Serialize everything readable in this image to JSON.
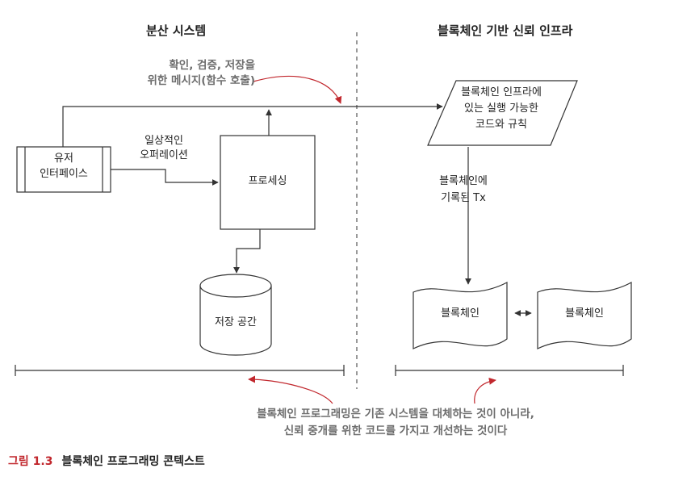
{
  "left_title": "분산 시스템",
  "right_title": "블록체인 기반 신뢰 인프라",
  "message_note": [
    "확인, 검증, 저장을",
    "위한 메시지(함수 호출)"
  ],
  "user_interface": [
    "유저",
    "인터페이스"
  ],
  "routine_operation": [
    "일상적인",
    "오퍼레이션"
  ],
  "processing": "프로세싱",
  "storage": "저장 공간",
  "executable_rules": [
    "블록체인 인프라에",
    "있는 실행 가능한",
    "코드와 규칙"
  ],
  "recorded_tx": [
    "블록체인에",
    "기록된 Tx"
  ],
  "blockchain_a": "블록체인",
  "blockchain_b": "블록체인",
  "bottom_note": [
    "블록체인 프로그래밍은 기존 시스템을 대체하는 것이 아니라,",
    "신뢰 중개를 위한 코드를 가지고 개선하는 것이다"
  ],
  "figure_number": "그림 1.3",
  "figure_title": "블록체인 프로그래밍 콘텍스트",
  "colors": {
    "accent_red": "#c1272d",
    "line": "#333333",
    "note_gray": "#6d6d6d"
  }
}
